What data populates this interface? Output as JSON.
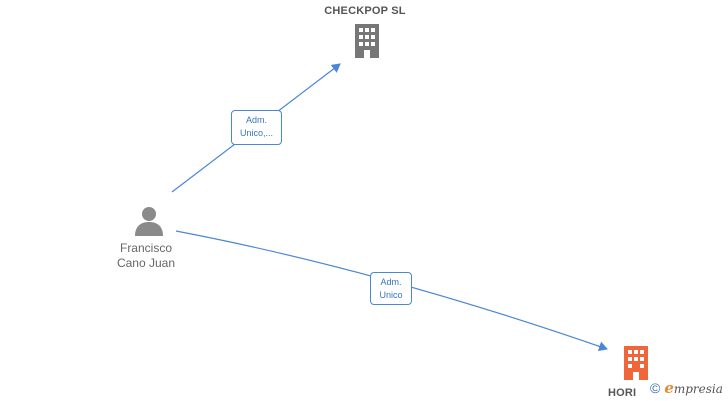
{
  "nodes": {
    "person": {
      "first_name": "Francisco",
      "last_name": "Cano Juan",
      "icon": "person-icon",
      "color": "#8a8a8a"
    },
    "company_top": {
      "name": "CHECKPOP  SL",
      "icon": "building-icon",
      "color": "#777777"
    },
    "company_bottom": {
      "name": "HORI",
      "icon": "building-icon",
      "color": "#f0663a"
    }
  },
  "edges": [
    {
      "line1": "Adm.",
      "line2": "Unico,...",
      "color": "#4a87d6"
    },
    {
      "line1": "Adm.",
      "line2": "Unico",
      "color": "#4a87d6"
    }
  ],
  "brand": {
    "copyright": "©",
    "first_letter": "e",
    "rest": "mpresia"
  }
}
